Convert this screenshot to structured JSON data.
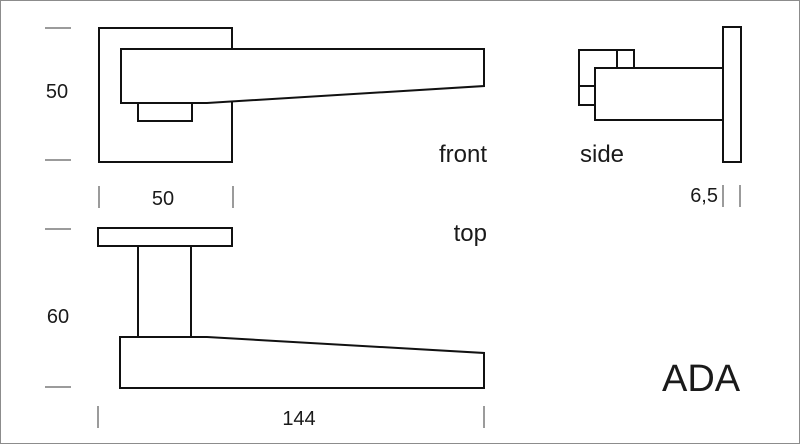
{
  "drawing": {
    "product_name": "ADA",
    "views": {
      "front": {
        "label": "front",
        "height_mm": "50",
        "width_mm": "50"
      },
      "side": {
        "label": "side",
        "thickness_mm": "6,5"
      },
      "top": {
        "label": "top",
        "height_mm": "60",
        "length_mm": "144"
      }
    }
  },
  "colors": {
    "line": "#111111",
    "tick": "#9b9b9b",
    "border": "#8c8c8c",
    "text": "#1a1a1a",
    "background": "#ffffff"
  }
}
